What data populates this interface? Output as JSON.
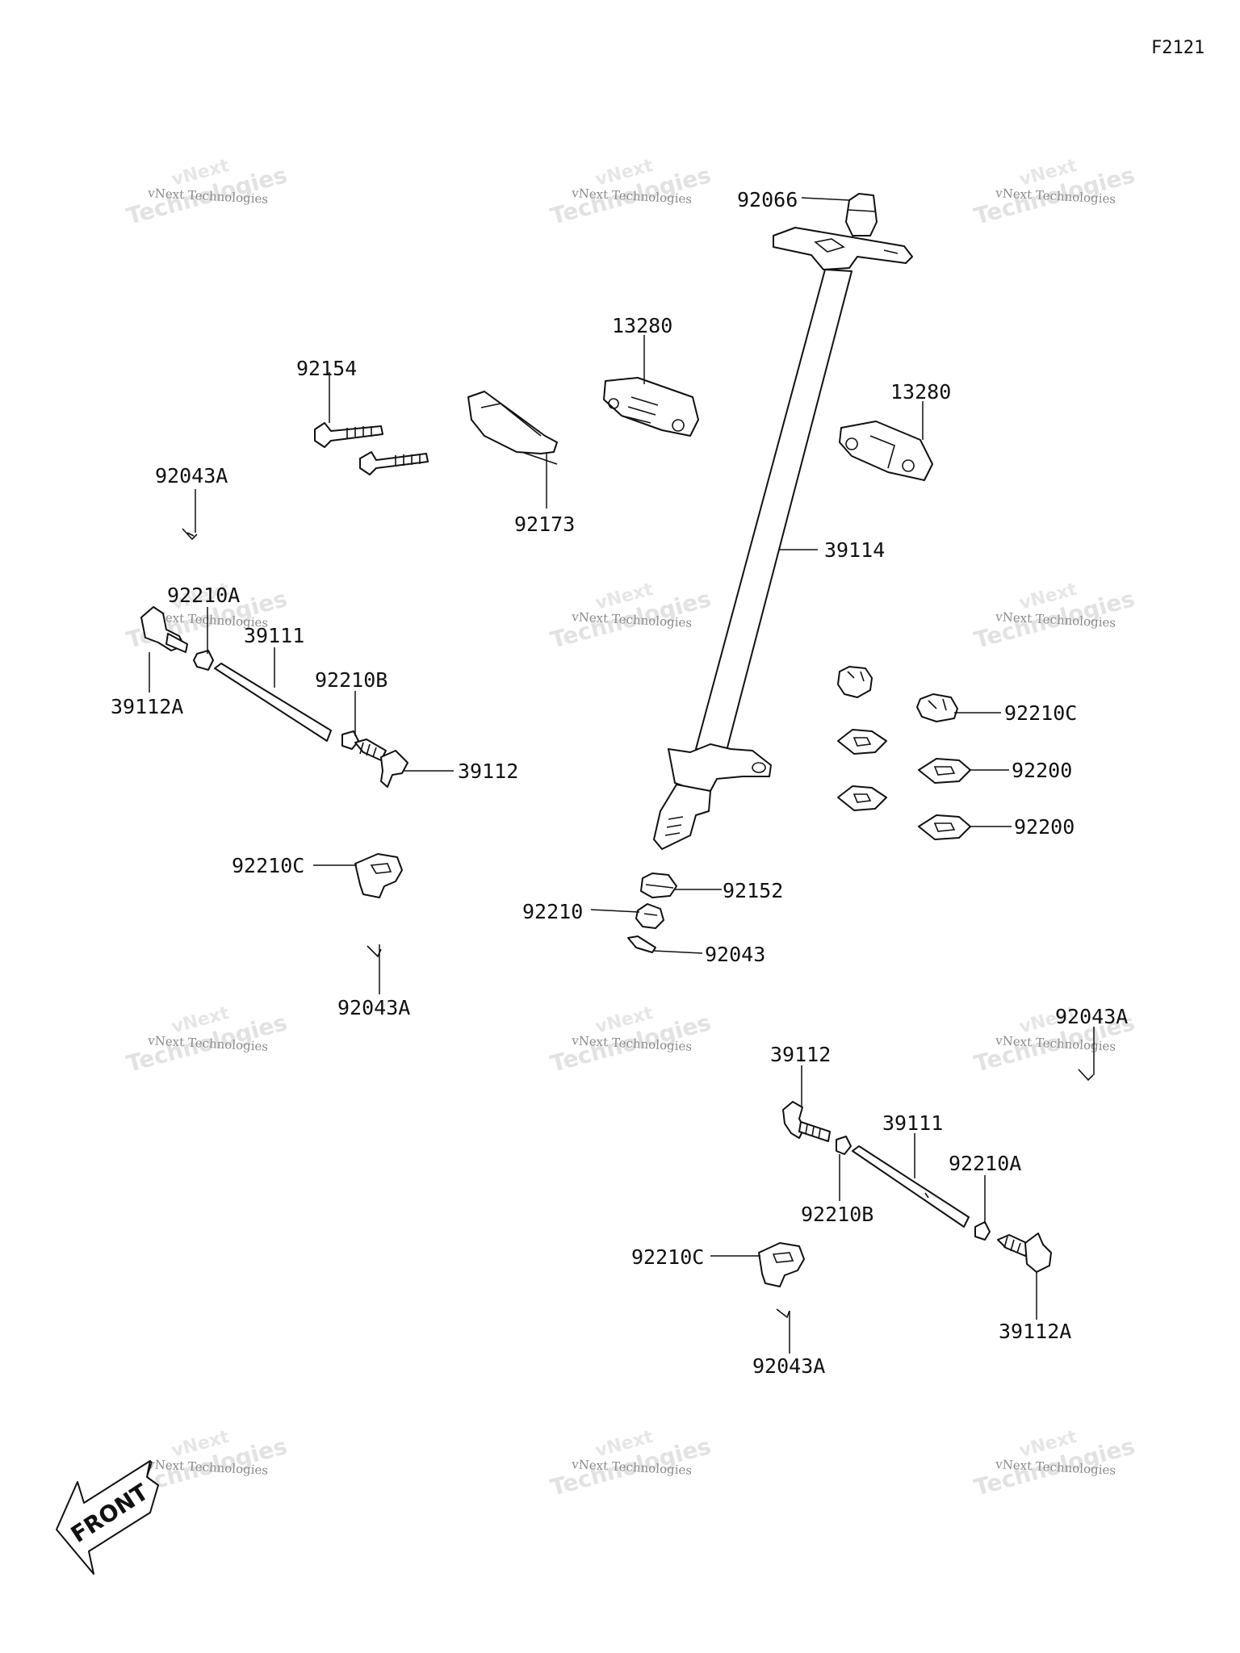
{
  "diagram_code": "F2121",
  "watermark": {
    "line1": "vNext Technologies",
    "line2": "Technologies",
    "line3": "vNext"
  },
  "front_label": "FRONT",
  "labels": {
    "l92066": "92066",
    "l13280a": "13280",
    "l13280b": "13280",
    "l92154": "92154",
    "l92173": "92173",
    "l92043A_1": "92043A",
    "l39114": "39114",
    "l92210A_1": "92210A",
    "l39111_1": "39111",
    "l39112A_1": "39112A",
    "l92210B_1": "92210B",
    "l39112_1": "39112",
    "l92210C_1": "92210C",
    "l92200a": "92200",
    "l92200b": "92200",
    "l92210C_2": "92210C",
    "l92152": "92152",
    "l92210": "92210",
    "l92043": "92043",
    "l92043A_2": "92043A",
    "l92043A_3": "92043A",
    "l39112_2": "39112",
    "l39111_2": "39111",
    "l92210A_2": "92210A",
    "l92210B_2": "92210B",
    "l92210C_3": "92210C",
    "l39112A_2": "39112A",
    "l92043A_4": "92043A"
  }
}
